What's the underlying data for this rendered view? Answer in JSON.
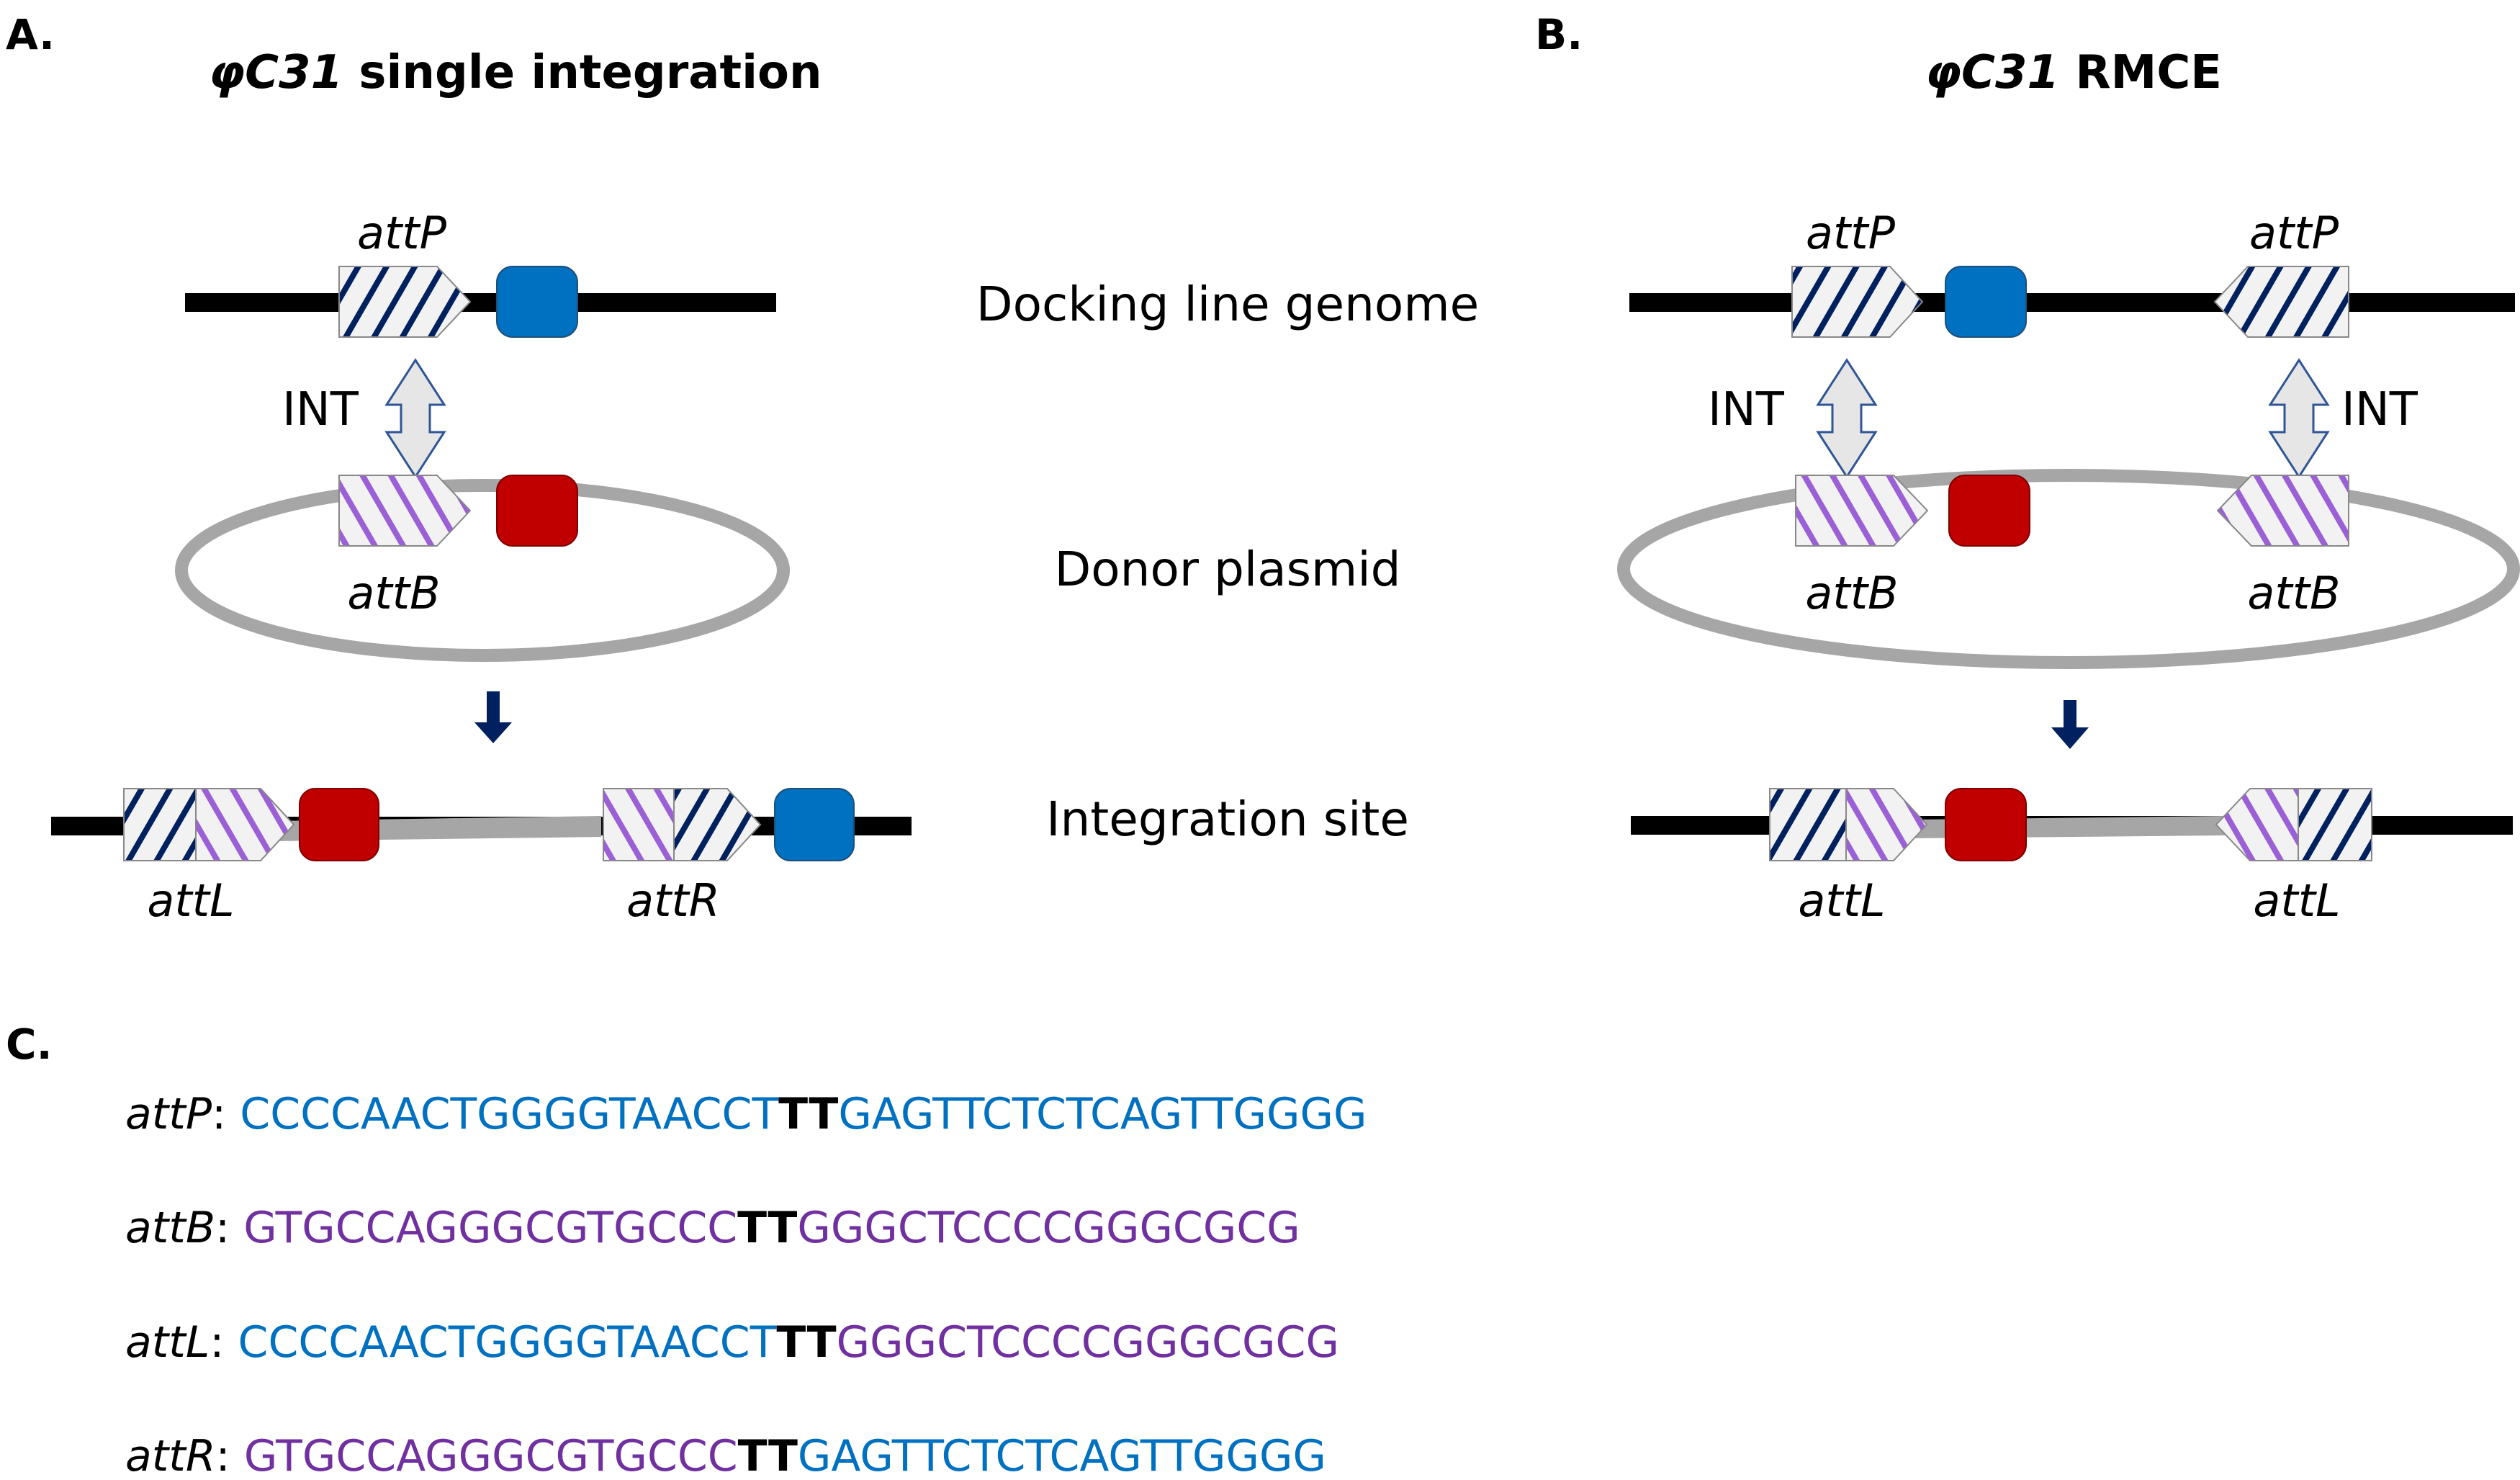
{
  "colors": {
    "genome_line": "#000000",
    "plasmid_line": "#A6A6A6",
    "attP_stripe": "#002060",
    "attB_stripe": "#9B5FD6",
    "stripe_bg": "#F2F2F2",
    "marker_blue": "#0070C0",
    "marker_red": "#C00000",
    "int_arrow_fill": "#E6E6E6",
    "int_arrow_stroke": "#2F5597",
    "down_arrow": "#002060",
    "seq_attP": "#0070C0",
    "seq_attB": "#7030A0",
    "seq_core": "#000000"
  },
  "panelA": {
    "letter": "A.",
    "title_italic": "φC31",
    "title_rest": " single integration",
    "docking": {
      "site_label": "attP",
      "int_label": "INT"
    },
    "donor": {
      "site_label": "attB"
    },
    "integration": {
      "left_label": "attL",
      "right_label": "attR"
    }
  },
  "row_labels": {
    "docking": "Docking line genome",
    "donor": "Donor plasmid",
    "integration": "Integration site"
  },
  "panelB": {
    "letter": "B.",
    "title_italic": "φC31",
    "title_rest": " RMCE",
    "docking": {
      "left_label": "attP",
      "right_label": "attP",
      "int_left": "INT",
      "int_right": "INT"
    },
    "donor": {
      "left_label": "attB",
      "right_label": "attB"
    },
    "integration": {
      "left_label": "attL",
      "right_label": "attL"
    }
  },
  "panelC": {
    "letter": "C.",
    "sequences": [
      {
        "name": "attP",
        "left": "CCCCAACTGGGGTAACCT",
        "left_type": "attP",
        "core": "TT",
        "right": "GAGTTCTCTCAGTTGGGG",
        "right_type": "attP"
      },
      {
        "name": "attB",
        "left": "GTGCCAGGGCGTGCCC",
        "left_type": "attB",
        "core": "TT",
        "right": "GGGCTCCCCGGGCGCG",
        "right_type": "attB"
      },
      {
        "name": "attL",
        "left": "CCCCAACTGGGGTAACCT",
        "left_type": "attP",
        "core": "TT",
        "right": "GGGCTCCCCGGGCGCG",
        "right_type": "attB"
      },
      {
        "name": "attR",
        "left": "GTGCCAGGGCGTGCCC",
        "left_type": "attB",
        "core": "TT",
        "right": "GAGTTCTCTCAGTTGGGG",
        "right_type": "attP"
      }
    ],
    "separator": ": "
  }
}
